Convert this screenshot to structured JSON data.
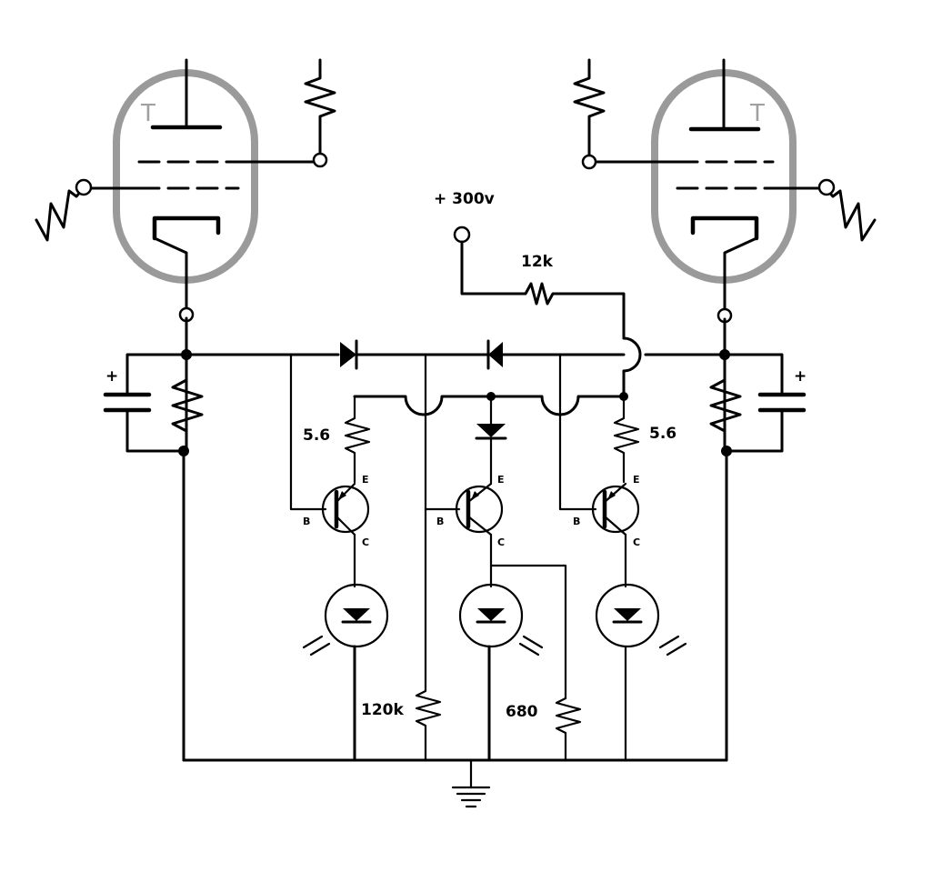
{
  "supply": {
    "label": "+ 300v"
  },
  "resistors": {
    "r_supply": "12k",
    "r_left_emitter": "5.6",
    "r_right_emitter": "5.6",
    "r_base_bias": "120k",
    "r_collector": "680"
  },
  "tubes": {
    "left_marker": "T",
    "right_marker": "T"
  },
  "polarity": {
    "left_cap": "+",
    "right_cap": "+"
  },
  "transistor_pins": {
    "emitter": "E",
    "base": "B",
    "collector": "C"
  }
}
